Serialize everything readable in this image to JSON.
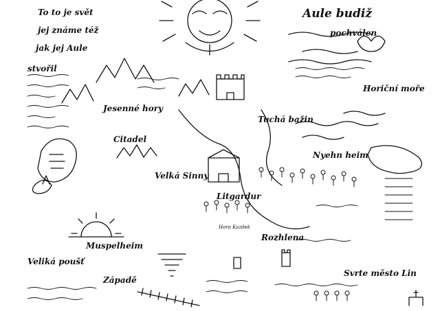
{
  "top_left": [
    "To to je svět",
    "jej známe též",
    "jak jej Aule"
  ],
  "top_right": [
    "Aule budiž",
    "pochválen"
  ],
  "names": {
    "stvoril": "stvořil",
    "horicni_more": "Horiční moře",
    "jesenne_hory": "Jesenné hory",
    "tucha_bazin": "Tuchá bažin",
    "citadel": "Citadel",
    "nyehn": "Nyehn heim",
    "velka_sinny": "Velká Sinny",
    "litgardur": "Litgardur",
    "muspelheim": "Muspelheim",
    "rozhlena": "Rozhlena",
    "hora_kazdek": "Hora Kazdek",
    "veliki_poust": "Veliká poušť",
    "zapade": "Západě",
    "svrte_mesto": "Svrte město Lin"
  },
  "colors": {
    "ink": "#111111",
    "paper": "#ffffff"
  }
}
